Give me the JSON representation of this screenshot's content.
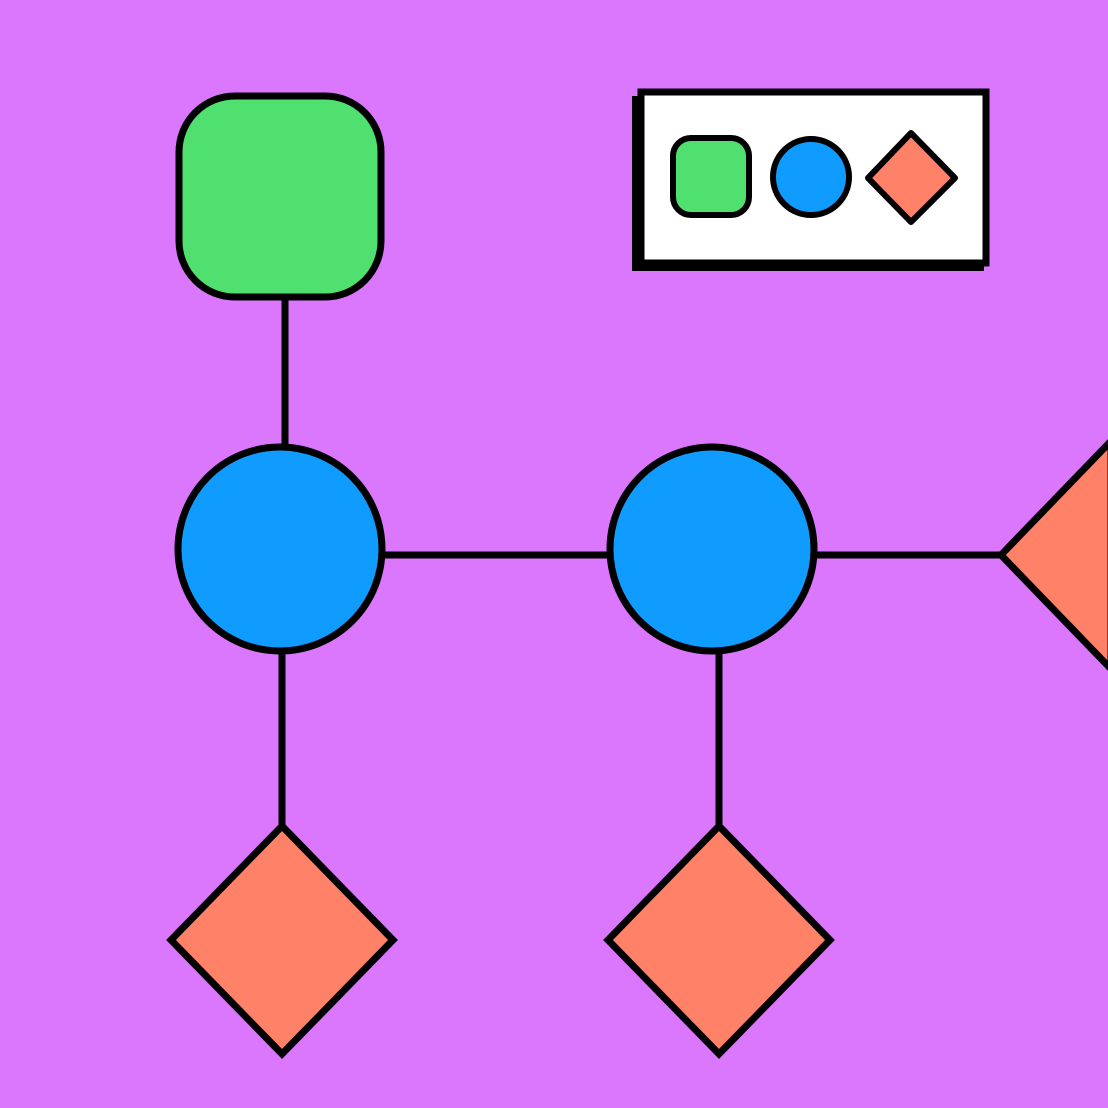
{
  "colors": {
    "background": "#DB77FD",
    "square_fill": "#50E070",
    "circle_fill": "#109CFF",
    "diamond_fill": "#FF8268",
    "outline": "#000000",
    "legend_fill": "#FFFFFF"
  },
  "diagram": {
    "nodes": [
      {
        "id": "square-top",
        "shape": "rounded-square"
      },
      {
        "id": "circle-left",
        "shape": "circle"
      },
      {
        "id": "circle-middle",
        "shape": "circle"
      },
      {
        "id": "diamond-right",
        "shape": "diamond"
      },
      {
        "id": "diamond-bottom-left",
        "shape": "diamond"
      },
      {
        "id": "diamond-bottom-middle",
        "shape": "diamond"
      }
    ],
    "edges": [
      {
        "from": "square-top",
        "to": "circle-left"
      },
      {
        "from": "circle-left",
        "to": "circle-middle"
      },
      {
        "from": "circle-middle",
        "to": "diamond-right"
      },
      {
        "from": "circle-left",
        "to": "diamond-bottom-left"
      },
      {
        "from": "circle-middle",
        "to": "diamond-bottom-middle"
      }
    ],
    "legend": {
      "items": [
        {
          "shape": "rounded-square",
          "icon": "rounded-square-icon"
        },
        {
          "shape": "circle",
          "icon": "circle-icon"
        },
        {
          "shape": "diamond",
          "icon": "diamond-icon"
        }
      ]
    }
  }
}
